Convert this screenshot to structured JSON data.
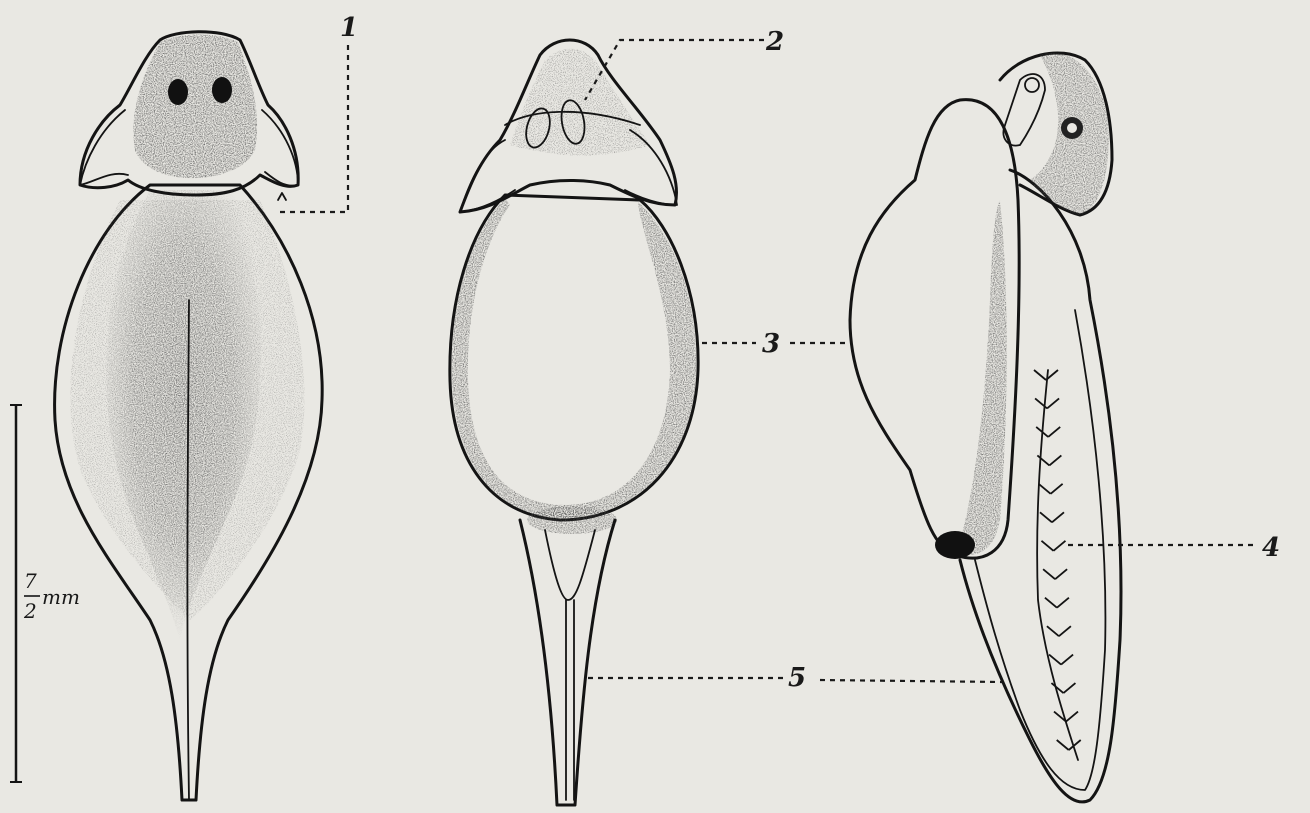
{
  "labels": {
    "l1": "1",
    "l2": "2",
    "l3": "3",
    "l4": "4",
    "l5": "5"
  },
  "scale_bar": {
    "numerator": "7",
    "unit": "mm",
    "denominator": "2"
  },
  "colors": {
    "paper": "#e9e8e3",
    "ink": "#141414"
  }
}
